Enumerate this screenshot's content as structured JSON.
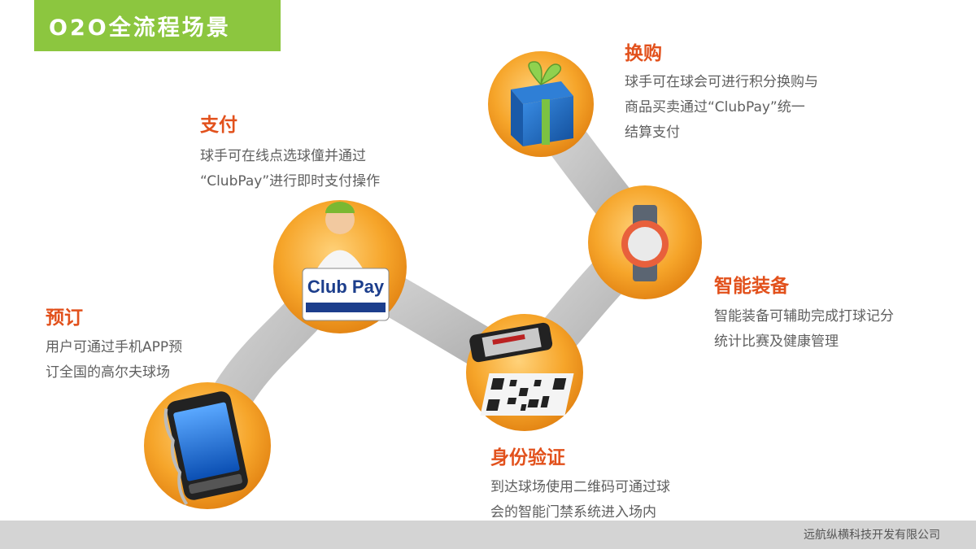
{
  "title": "O2O全流程场景",
  "colors": {
    "accent_green": "#8cc63f",
    "orange": "#f29a1f",
    "label_red": "#e2511c",
    "text_gray": "#5f5f5f",
    "footer_gray": "#d4d4d4"
  },
  "steps": [
    {
      "id": "booking",
      "label": "预订",
      "desc": [
        "用户可通过手机APP预",
        "订全国的高尔夫球场"
      ],
      "icon": "smartphone-icon"
    },
    {
      "id": "payment",
      "label": "支付",
      "desc": [
        "球手可在线点选球僮并通过",
        "“ClubPay”进行即时支付操作"
      ],
      "icon": "clubpay-card-icon",
      "card_text": "Club Pay"
    },
    {
      "id": "verify",
      "label": "身份验证",
      "desc": [
        "到达球场使用二维码可通过球",
        "会的智能门禁系统进入场内"
      ],
      "icon": "qr-code-phone-icon"
    },
    {
      "id": "device",
      "label": "智能装备",
      "desc": [
        "智能装备可辅助完成打球记分",
        "统计比赛及健康管理"
      ],
      "icon": "smartwatch-icon"
    },
    {
      "id": "exchange",
      "label": "换购",
      "desc": [
        "球手可在球会可进行积分换购与",
        "商品买卖通过“ClubPay”统一",
        "结算支付"
      ],
      "icon": "gift-box-icon"
    }
  ],
  "footer": {
    "company": "远航纵横科技开发有限公司"
  }
}
